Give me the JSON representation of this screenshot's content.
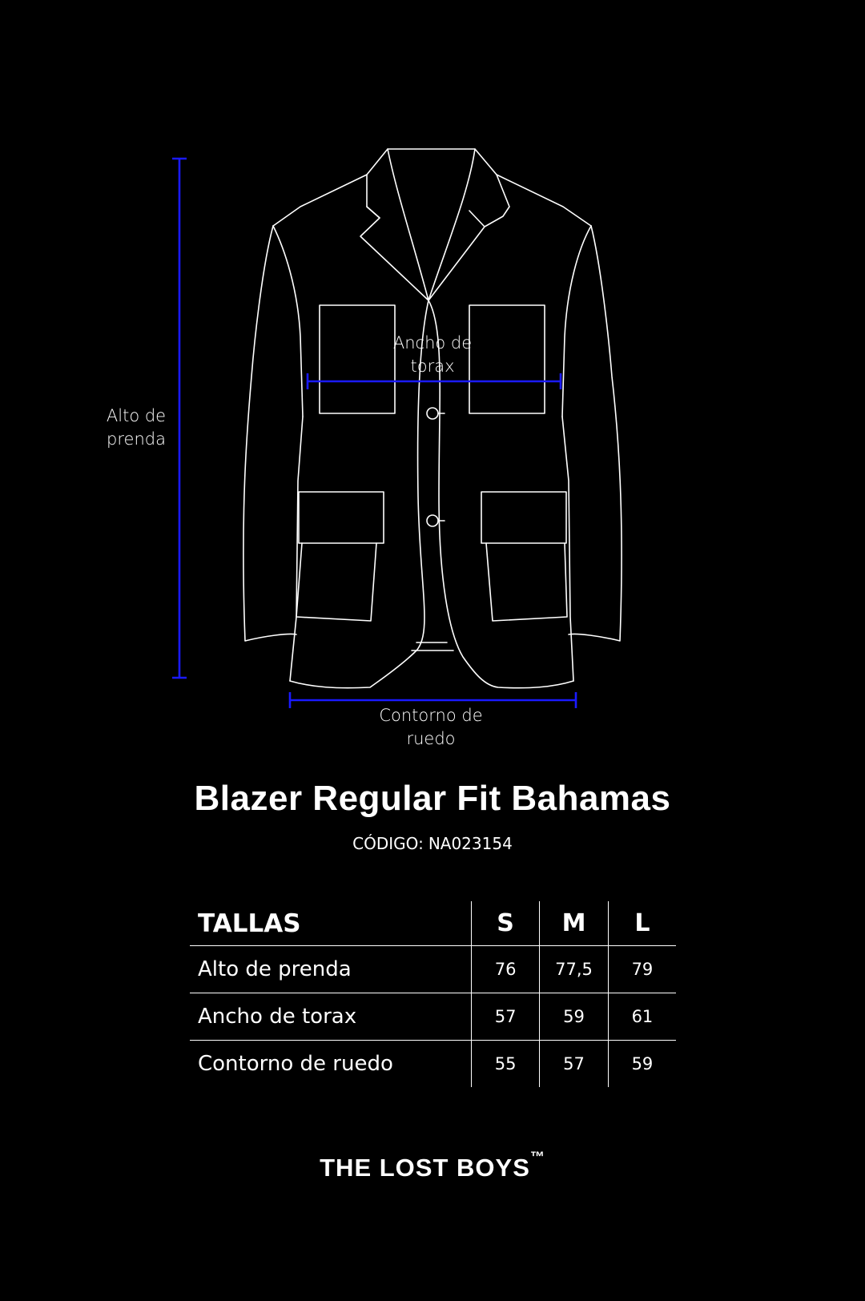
{
  "diagram": {
    "labels": {
      "alto": [
        "Alto de",
        "prenda"
      ],
      "ancho": [
        "Ancho de",
        "torax"
      ],
      "contorno": [
        "Contorno de",
        "ruedo"
      ]
    },
    "colors": {
      "measure_line": "#1a1aff",
      "outline": "#ffffff",
      "background": "#000000"
    }
  },
  "product": {
    "title": "Blazer Regular Fit Bahamas",
    "code_label": "CÓDIGO:",
    "code_value": "NA023154"
  },
  "size_table": {
    "header_label": "TALLAS",
    "sizes": [
      "S",
      "M",
      "L"
    ],
    "rows": [
      {
        "label": "Alto de prenda",
        "values": [
          "76",
          "77,5",
          "79"
        ]
      },
      {
        "label": "Ancho de torax",
        "values": [
          "57",
          "59",
          "61"
        ]
      },
      {
        "label": "Contorno de ruedo",
        "values": [
          "55",
          "57",
          "59"
        ]
      }
    ]
  },
  "brand": {
    "name": "THE LOST BOYS",
    "mark": "™"
  }
}
